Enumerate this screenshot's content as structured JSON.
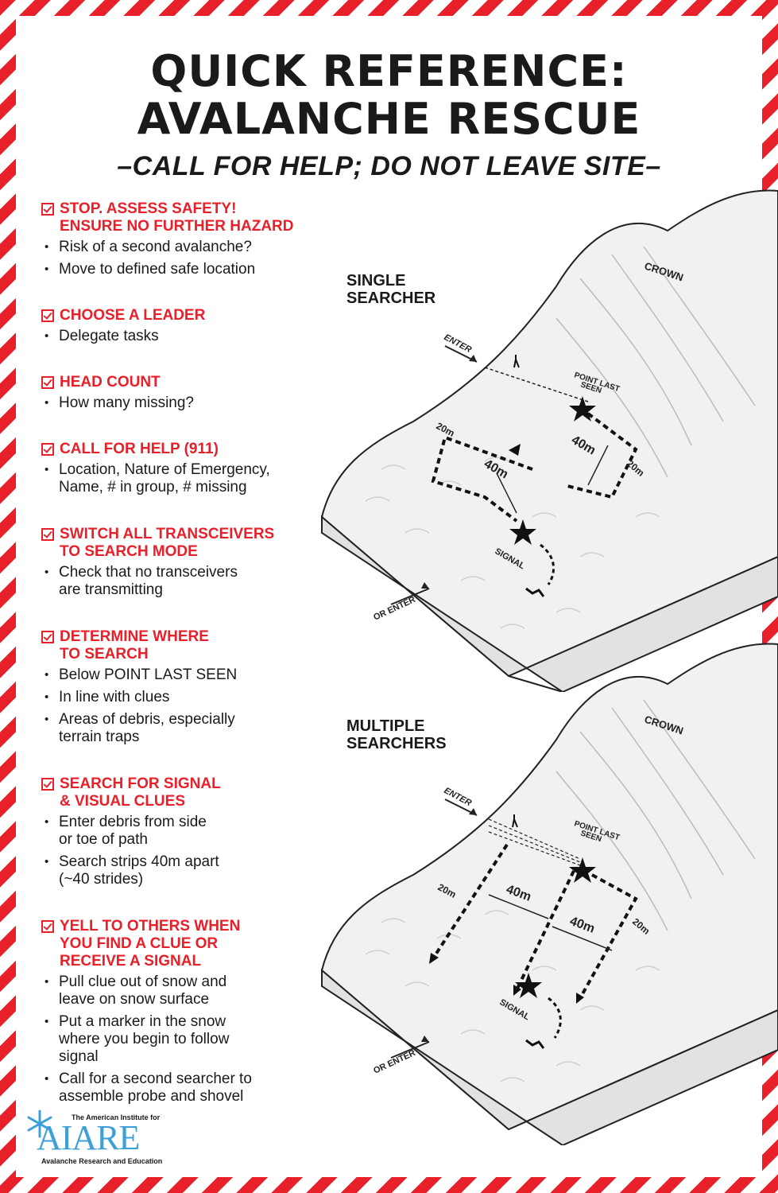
{
  "header": {
    "title_line1": "QUICK REFERENCE:",
    "title_line2": "AVALANCHE RESCUE",
    "subtitle": "–CALL FOR HELP; DO NOT LEAVE SITE–"
  },
  "steps": [
    {
      "heading": "STOP. ASSESS SAFETY!\nENSURE NO FURTHER HAZARD",
      "bullets": [
        "Risk of a second avalanche?",
        "Move to defined safe location"
      ]
    },
    {
      "heading": "CHOOSE A LEADER",
      "bullets": [
        "Delegate tasks"
      ]
    },
    {
      "heading": "HEAD COUNT",
      "bullets": [
        "How many missing?"
      ]
    },
    {
      "heading": "CALL FOR HELP (911)",
      "bullets": [
        "Location, Nature of Emergency,\nName, # in group, # missing"
      ]
    },
    {
      "heading": "SWITCH ALL TRANSCEIVERS\nTO SEARCH MODE",
      "bullets": [
        "Check that no transceivers\nare transmitting"
      ]
    },
    {
      "heading": "DETERMINE WHERE\nTO SEARCH",
      "bullets": [
        "Below POINT LAST SEEN",
        "In line with clues",
        "Areas of debris, especially\nterrain traps"
      ]
    },
    {
      "heading": "SEARCH FOR SIGNAL\n& VISUAL CLUES",
      "bullets": [
        "Enter debris from side\nor toe of path",
        "Search strips 40m apart\n(~40 strides)"
      ]
    },
    {
      "heading": "YELL TO OTHERS WHEN\nYOU FIND A CLUE OR\nRECEIVE A SIGNAL",
      "bullets": [
        "Pull clue out of snow and\nleave on snow surface",
        "Put a marker in the snow\nwhere you begin to follow\nsignal",
        "Call for a second searcher to\nassemble probe and shovel"
      ]
    }
  ],
  "diagrams": {
    "single": {
      "label": "SINGLE\nSEARCHER",
      "crown": "CROWN",
      "enter": "ENTER",
      "or_enter": "OR ENTER",
      "point_last_seen_1": "POINT LAST",
      "point_last_seen_2": "SEEN",
      "signal": "SIGNAL",
      "dist_20a": "20m",
      "dist_20b": "20m",
      "dist_40a": "40m",
      "dist_40b": "40m"
    },
    "multiple": {
      "label": "MULTIPLE\nSEARCHERS",
      "crown": "CROWN",
      "enter": "ENTER",
      "or_enter": "OR ENTER",
      "point_last_seen_1": "POINT LAST",
      "point_last_seen_2": "SEEN",
      "signal": "SIGNAL",
      "dist_20a": "20m",
      "dist_20b": "20m",
      "dist_40a": "40m",
      "dist_40b": "40m"
    }
  },
  "logo": {
    "top_line": "The American Institute for",
    "acronym": "AIARE",
    "bottom_line": "Avalanche Research and Education"
  },
  "colors": {
    "accent_red": "#e8202a",
    "text_dark": "#1a1a1a",
    "logo_blue": "#3d9fd8"
  }
}
